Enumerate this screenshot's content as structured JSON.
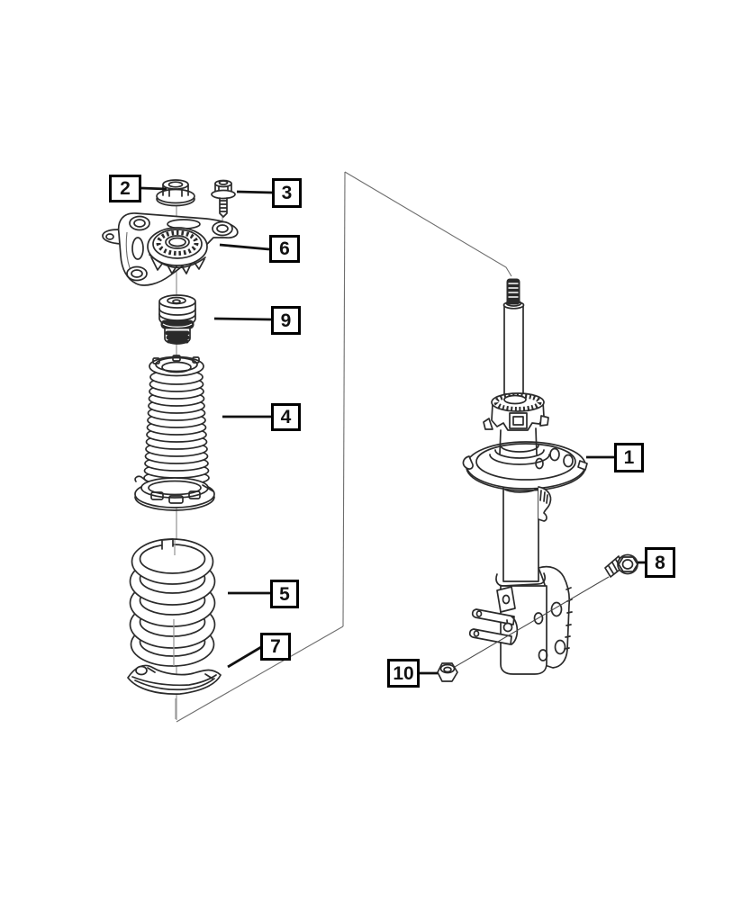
{
  "diagram": {
    "kind": "exploded-parts-diagram",
    "colors": {
      "background": "#ffffff",
      "line": "#2b2b2b",
      "thin_line": "#6e6e6e",
      "center_line": "#9a9a9a",
      "callout_border": "#000000",
      "callout_text": "#111111"
    },
    "callouts": [
      {
        "number": "1"
      },
      {
        "number": "2"
      },
      {
        "number": "3"
      },
      {
        "number": "4"
      },
      {
        "number": "5"
      },
      {
        "number": "6"
      },
      {
        "number": "7"
      },
      {
        "number": "8"
      },
      {
        "number": "9"
      },
      {
        "number": "10"
      }
    ]
  }
}
